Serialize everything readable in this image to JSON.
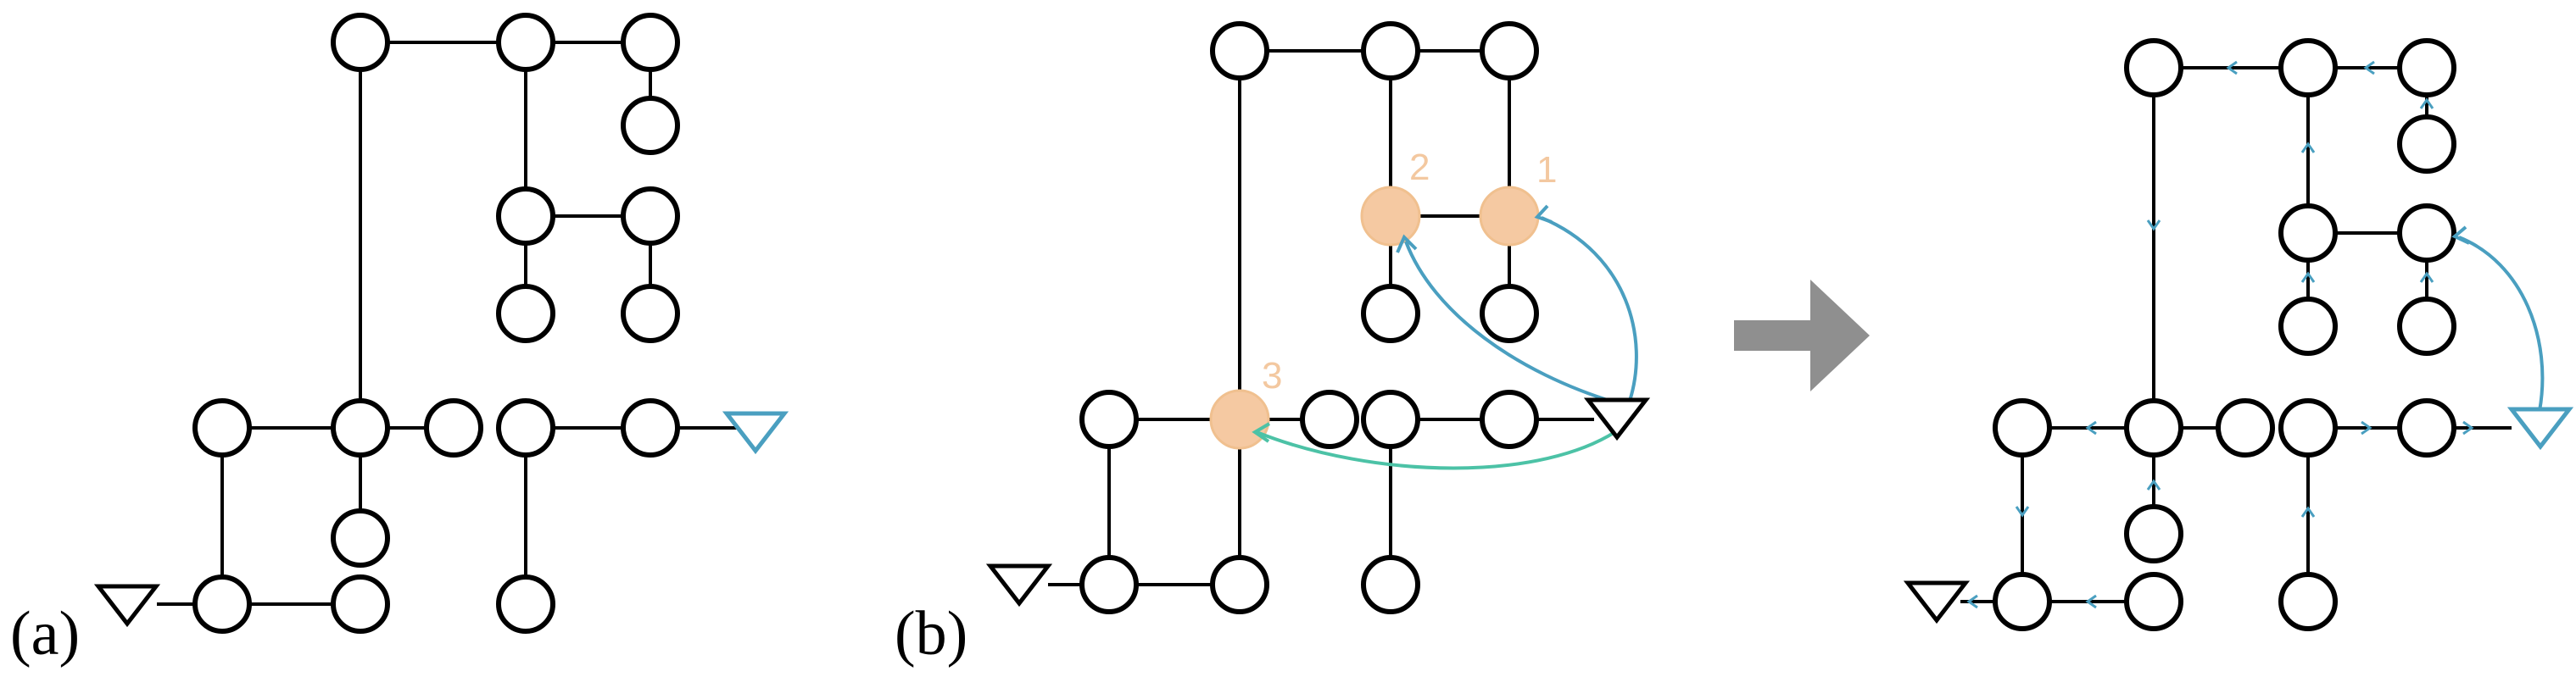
{
  "panels": [
    {
      "id": "a",
      "label": "(a)"
    },
    {
      "id": "b",
      "label": "(b)",
      "highlight_labels": [
        "1",
        "2",
        "3"
      ]
    },
    {
      "id": "c",
      "label": ""
    }
  ],
  "colors": {
    "node_stroke": "#000000",
    "highlight_fill": "#f5c9a2",
    "highlight_label": "#f3c8a0",
    "blue": "#4a9fc0",
    "teal": "#4cc2a6",
    "transition_arrow": "#8f8f8f"
  },
  "icons": {
    "source": "triangle-down-icon",
    "transition": "right-arrow-icon"
  }
}
